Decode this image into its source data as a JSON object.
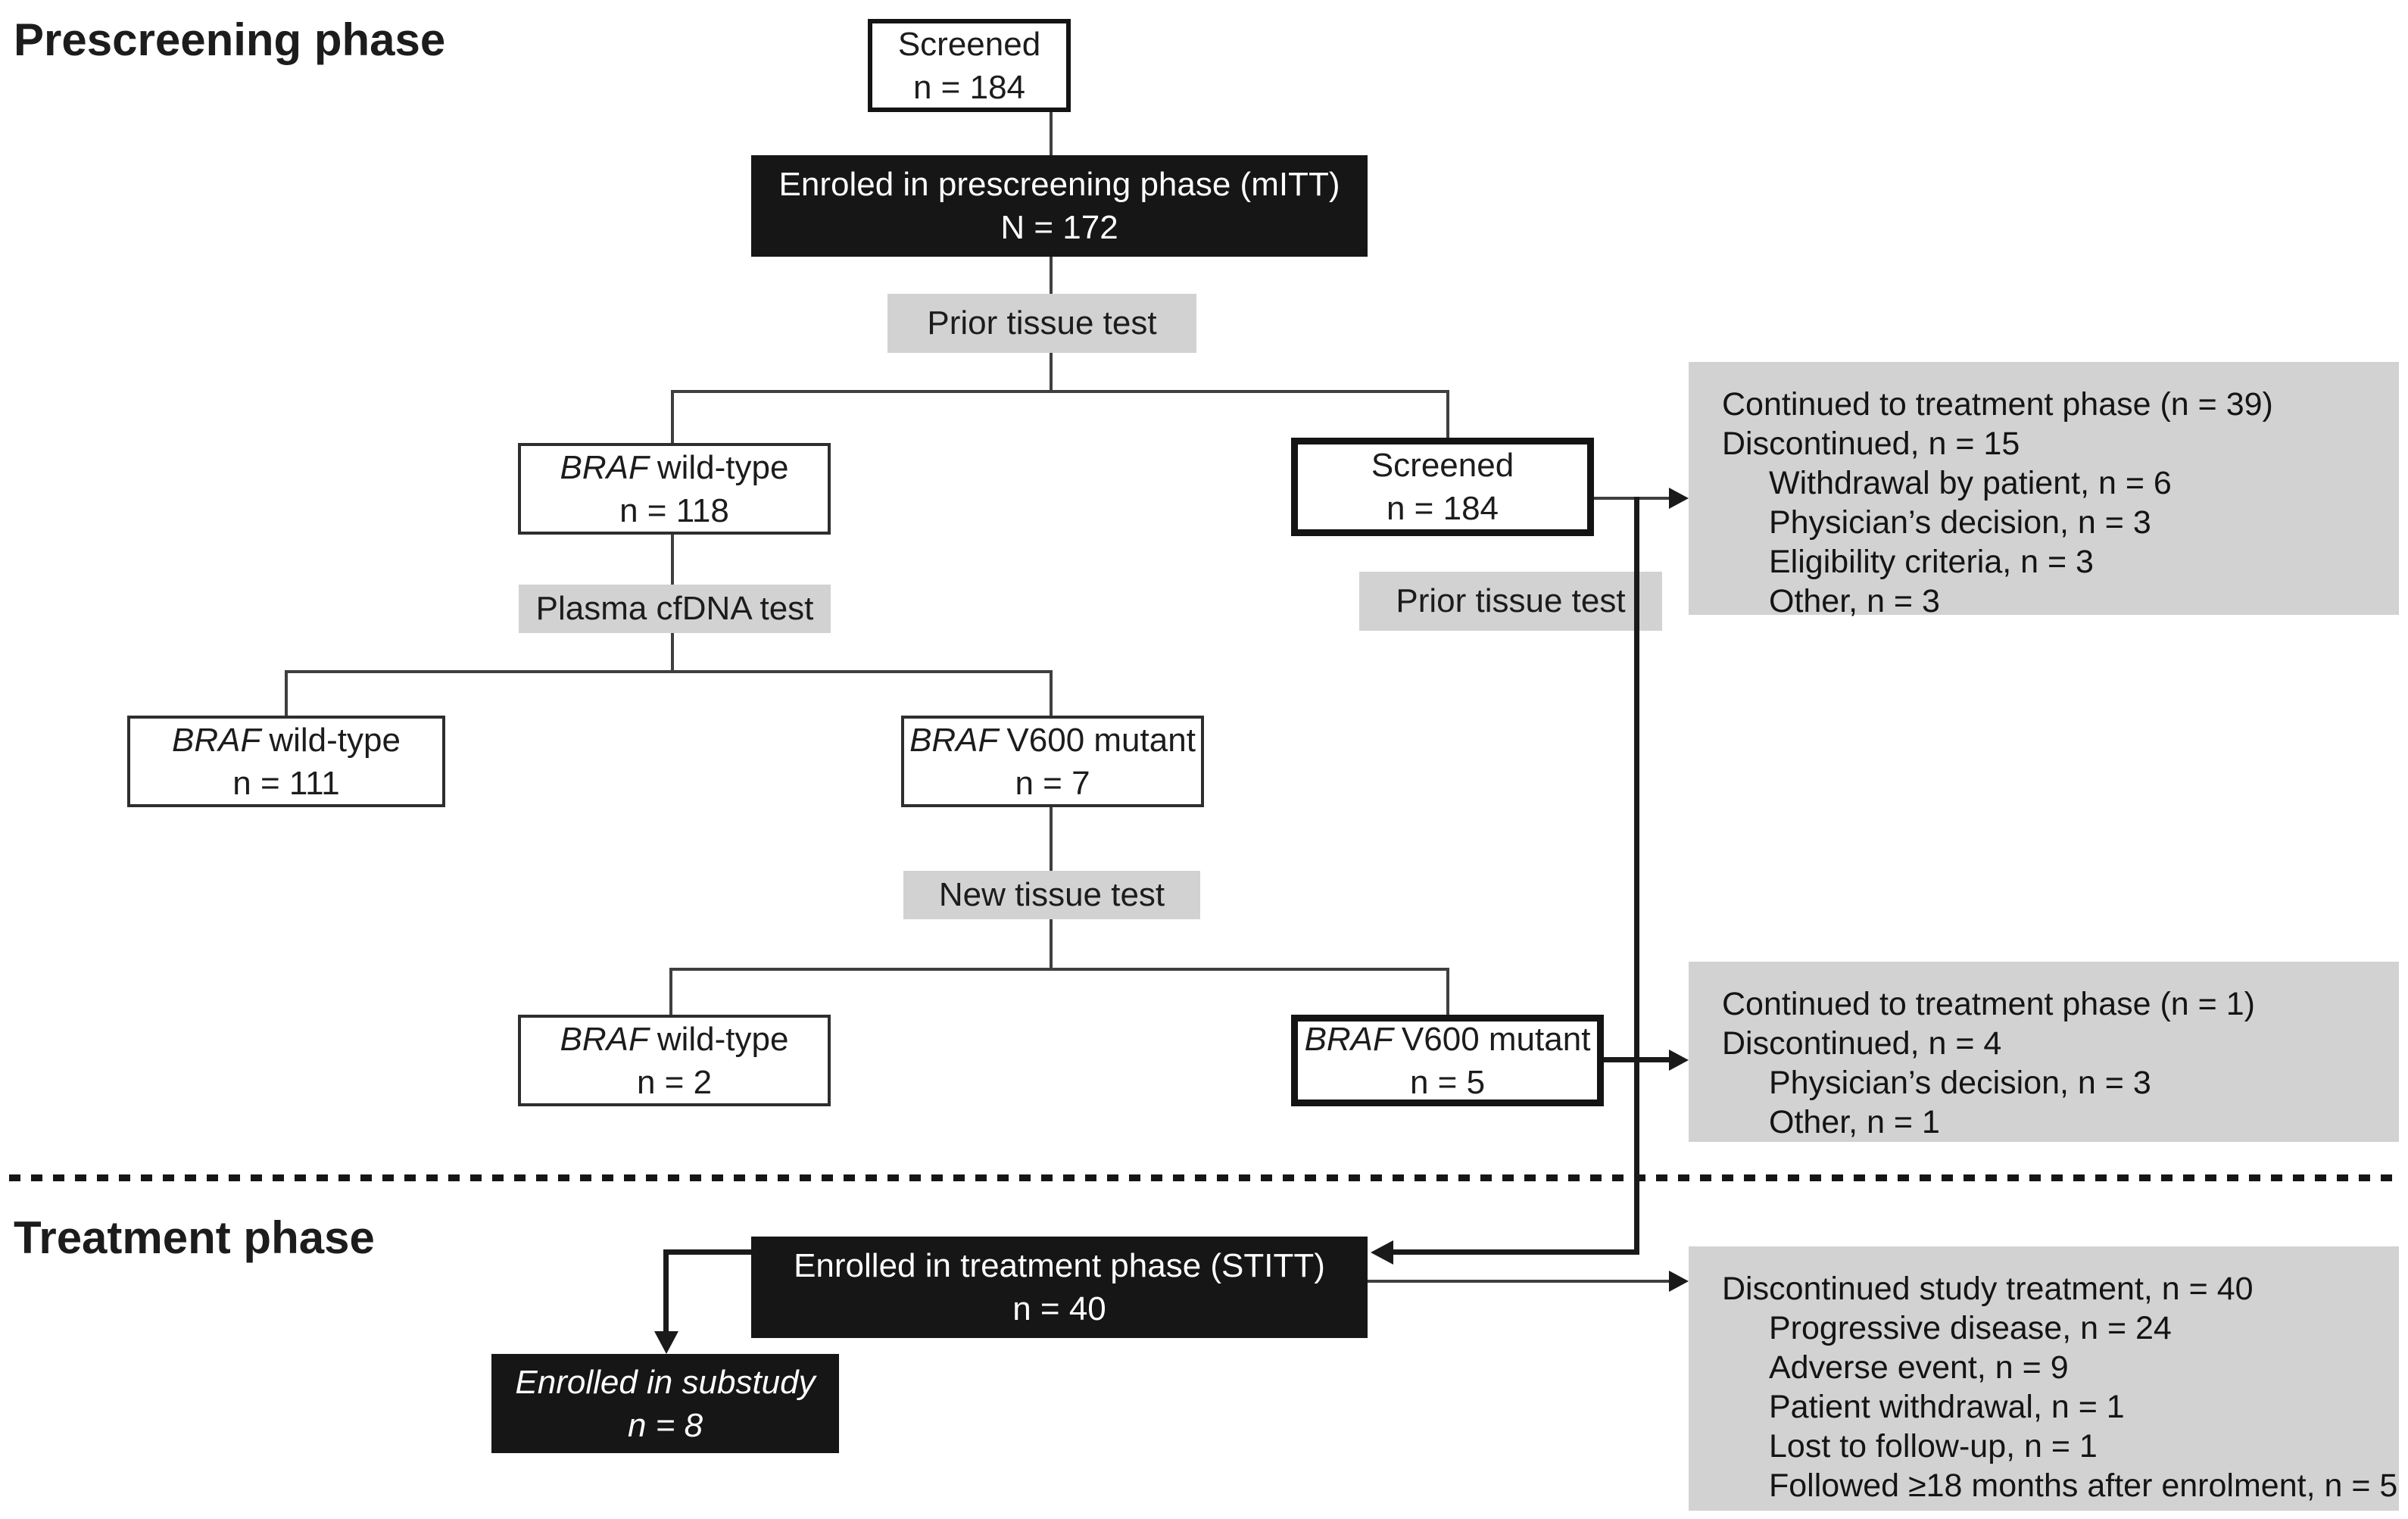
{
  "titles": {
    "prescreening": "Prescreening phase",
    "treatment": "Treatment phase"
  },
  "nodes": {
    "screened_top": {
      "line1": "Screened",
      "line2": "n = 184"
    },
    "enroled_prescreen": {
      "line1": "Enroled in prescreening phase (mITT)",
      "line2": "N = 172"
    },
    "braf_wt_118": {
      "italic": "BRAF",
      "text": "wild-type",
      "n": "n = 118"
    },
    "screened_right": {
      "line1": "Screened",
      "line2": "n = 184"
    },
    "braf_wt_111": {
      "italic": "BRAF",
      "text": "wild-type",
      "n": "n = 111"
    },
    "braf_v600_7": {
      "italic": "BRAF",
      "text": "V600 mutant",
      "n": "n = 7"
    },
    "braf_wt_2": {
      "italic": "BRAF",
      "text": "wild-type",
      "n": "n = 2"
    },
    "braf_v600_5": {
      "italic": "BRAF",
      "text": "V600 mutant",
      "n": "n = 5"
    },
    "enrolled_treatment": {
      "line1": "Enrolled in treatment phase (STITT)",
      "line2": "n = 40"
    },
    "enrolled_substudy": {
      "line1": "Enrolled in substudy",
      "line2": "n = 8"
    }
  },
  "labels": {
    "prior_tissue_test_1": "Prior tissue test",
    "plasma_cfdna_test": "Plasma cfDNA test",
    "prior_tissue_test_2": "Prior tissue test",
    "new_tissue_test": "New tissue test"
  },
  "notes": {
    "prescreening_outcome": [
      {
        "t": "Continued to treatment phase (n = 39)",
        "i": 0
      },
      {
        "t": "Discontinued, n = 15",
        "i": 0
      },
      {
        "t": "Withdrawal by patient, n = 6",
        "i": 1
      },
      {
        "t": "Physician’s decision, n = 3",
        "i": 1
      },
      {
        "t": "Eligibility criteria, n = 3",
        "i": 1
      },
      {
        "t": "Other, n = 3",
        "i": 1
      }
    ],
    "new_tissue_outcome": [
      {
        "t": "Continued to treatment phase (n = 1)",
        "i": 0
      },
      {
        "t": "Discontinued, n = 4",
        "i": 0
      },
      {
        "t": "Physician’s decision, n = 3",
        "i": 1
      },
      {
        "t": "Other, n = 1",
        "i": 1
      }
    ],
    "treatment_outcome": [
      {
        "t": "Discontinued study treatment, n = 40",
        "i": 0
      },
      {
        "t": "Progressive disease, n = 24",
        "i": 1
      },
      {
        "t": "Adverse event, n = 9",
        "i": 1
      },
      {
        "t": "Patient withdrawal, n = 1",
        "i": 1
      },
      {
        "t": "Lost to follow-up, n = 1",
        "i": 1
      },
      {
        "t": "Followed ≥18 months after enrolment, n = 5",
        "i": 1
      }
    ]
  },
  "colors": {
    "node_fill_black": "#161616",
    "gray_fill": "#d2d2d2",
    "line": "#3f3f3f",
    "background": "#ffffff"
  }
}
